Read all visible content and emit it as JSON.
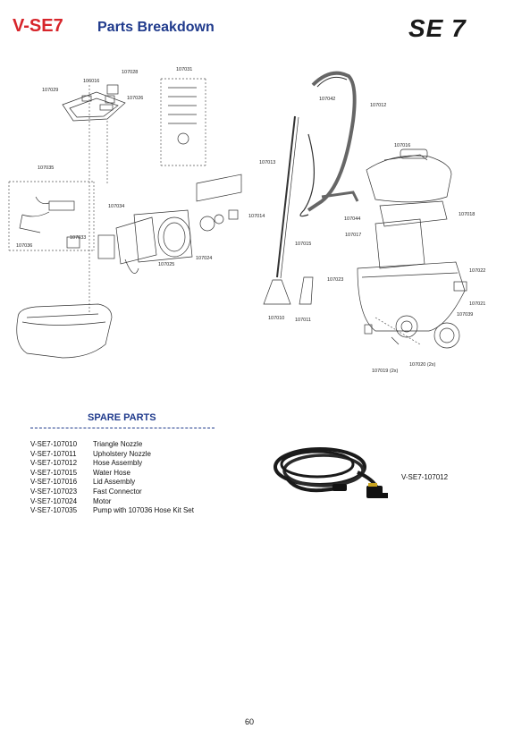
{
  "header": {
    "model": "V-SE7",
    "title": "Parts Breakdown",
    "logo": "SE 7"
  },
  "diagram": {
    "labels": {
      "p107028": "107028",
      "p106016": "106016",
      "p107029": "107029",
      "p107026": "107026",
      "p107031": "107031",
      "p107035": "107035",
      "p107036": "107036",
      "p107033": "107033",
      "p107034": "107034",
      "p107025": "107025",
      "p107024": "107024",
      "p107042": "107042",
      "p107012": "107012",
      "p107013": "107013",
      "p107016": "107016",
      "p107014": "107014",
      "p107044": "107044",
      "p107018": "107018",
      "p107017": "107017",
      "p107015": "107015",
      "p107023": "107023",
      "p107022": "107022",
      "p107021": "107021",
      "p107039": "107039",
      "p107010": "107010",
      "p107011": "107011",
      "p107019": "107019 (2x)",
      "p107020": "107020 (2x)"
    }
  },
  "spare_parts": {
    "title": "SPARE PARTS",
    "items": [
      {
        "code": "V-SE7-107010",
        "desc": "Triangle Nozzle"
      },
      {
        "code": "V-SE7-107011",
        "desc": "Upholstery Nozzle"
      },
      {
        "code": "V-SE7-107012",
        "desc": "Hose Assembly"
      },
      {
        "code": "V-SE7-107015",
        "desc": "Water Hose"
      },
      {
        "code": "V-SE7-107016",
        "desc": "Lid Assembly"
      },
      {
        "code": "V-SE7-107023",
        "desc": "Fast Connector"
      },
      {
        "code": "V-SE7-107024",
        "desc": "Motor"
      },
      {
        "code": "V-SE7-107035",
        "desc": "Pump with 107036 Hose Kit Set"
      }
    ]
  },
  "hose_image": {
    "label": "V-SE7-107012"
  },
  "footer": {
    "page_number": "60"
  }
}
